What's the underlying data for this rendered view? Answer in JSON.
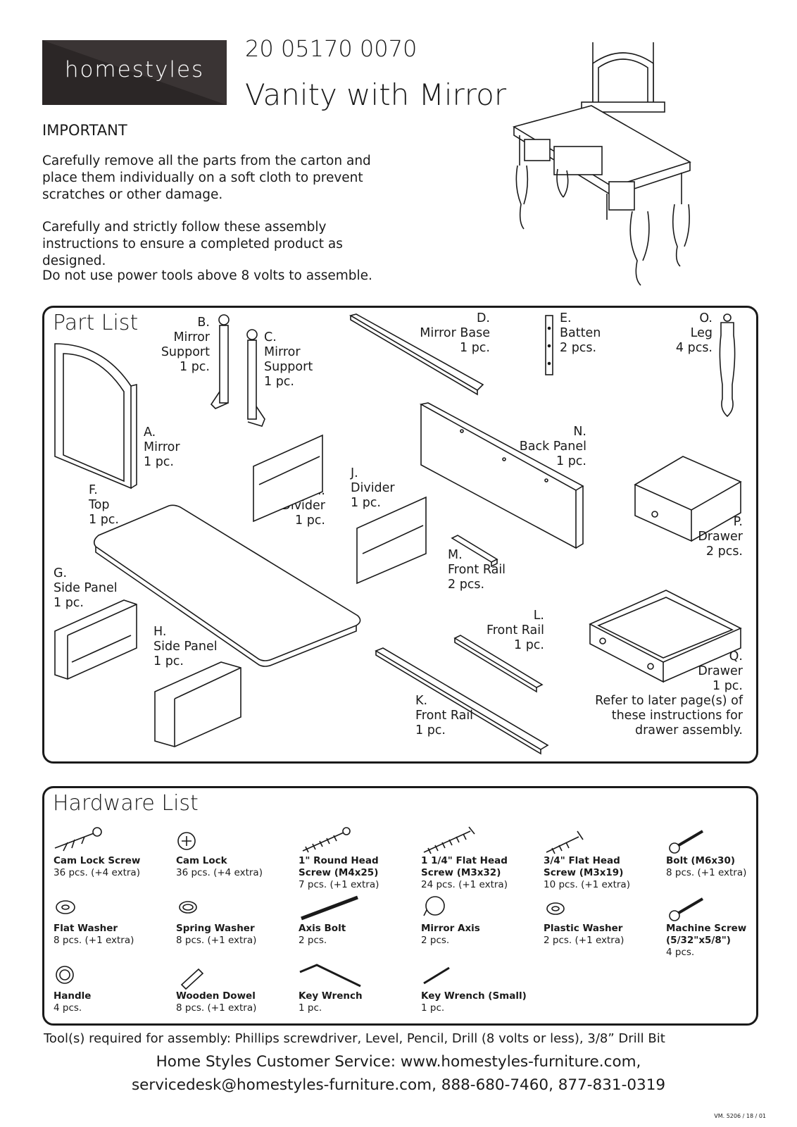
{
  "header": {
    "brand": "homestyles",
    "product_code": "20 05170 0070",
    "product_name": "Vanity with Mirror"
  },
  "important": {
    "heading": "IMPORTANT",
    "paragraphs": [
      "Carefully remove all the parts from the carton and place them individually on a soft cloth to prevent scratches or other damage.",
      "Carefully and strictly follow these assembly instructions to ensure a completed product as designed.",
      "Do not use power tools above 8 volts to assemble."
    ]
  },
  "parts": {
    "title": "Part List",
    "items": [
      {
        "label": "A.\nMirror\n1 pc."
      },
      {
        "label": "B.\nMirror\nSupport\n1 pc."
      },
      {
        "label": "C.\nMirror\nSupport\n1 pc."
      },
      {
        "label": "D.\nMirror Base\n1 pc."
      },
      {
        "label": "E.\nBatten\n2 pcs."
      },
      {
        "label": "O.\nLeg\n4 pcs."
      },
      {
        "label": "N.\nBack Panel\n1 pc."
      },
      {
        "label": "F.\nTop\n1 pc."
      },
      {
        "label": "I.\nDivider\n1 pc."
      },
      {
        "label": "J.\nDivider\n1 pc."
      },
      {
        "label": "P.\nDrawer\n2 pcs."
      },
      {
        "label": "M.\nFront Rail\n2 pcs."
      },
      {
        "label": "G.\nSide Panel\n1 pc."
      },
      {
        "label": "H.\nSide Panel\n1 pc."
      },
      {
        "label": "L.\nFront Rail\n1 pc."
      },
      {
        "label": "Q.\nDrawer\n1 pc.\nRefer to later page(s) of\nthese instructions for\ndrawer assembly."
      },
      {
        "label": "K.\nFront Rail\n1 pc."
      }
    ]
  },
  "hardware": {
    "title": "Hardware List",
    "items": [
      {
        "name": "Cam Lock Screw",
        "qty": "36 pcs. (+4 extra)",
        "icon": "cam-lock-screw-icon"
      },
      {
        "name": "Cam Lock",
        "qty": "36 pcs. (+4 extra)",
        "icon": "cam-lock-icon"
      },
      {
        "name": "1\" Round Head\nScrew (M4x25)",
        "qty": "7 pcs. (+1 extra)",
        "icon": "round-head-screw-icon"
      },
      {
        "name": "1 1/4\" Flat Head\nScrew (M3x32)",
        "qty": "24 pcs. (+1 extra)",
        "icon": "long-flat-head-screw-icon"
      },
      {
        "name": "3/4\" Flat Head\nScrew (M3x19)",
        "qty": "10 pcs. (+1 extra)",
        "icon": "short-flat-head-screw-icon"
      },
      {
        "name": "Bolt (M6x30)",
        "qty": "8 pcs. (+1 extra)",
        "icon": "bolt-icon"
      },
      {
        "name": "Flat Washer",
        "qty": "8 pcs. (+1 extra)",
        "icon": "flat-washer-icon"
      },
      {
        "name": "Spring Washer",
        "qty": "8 pcs. (+1 extra)",
        "icon": "spring-washer-icon"
      },
      {
        "name": "Axis Bolt",
        "qty": "2 pcs.",
        "icon": "axis-bolt-icon"
      },
      {
        "name": "Mirror Axis",
        "qty": "2 pcs.",
        "icon": "mirror-axis-icon"
      },
      {
        "name": "Plastic Washer",
        "qty": "2 pcs. (+1 extra)",
        "icon": "plastic-washer-icon"
      },
      {
        "name": "Machine Screw\n(5/32\"x5/8\")",
        "qty": "4 pcs.",
        "icon": "machine-screw-icon"
      },
      {
        "name": "Handle",
        "qty": "4 pcs.",
        "icon": "handle-icon"
      },
      {
        "name": "Wooden Dowel",
        "qty": "8 pcs. (+1 extra)",
        "icon": "wooden-dowel-icon"
      },
      {
        "name": "Key Wrench",
        "qty": "1 pc.",
        "icon": "key-wrench-icon"
      },
      {
        "name": "Key Wrench (Small)",
        "qty": "1 pc.",
        "icon": "small-key-wrench-icon"
      }
    ]
  },
  "footer": {
    "tools": "Tool(s) required for assembly: Phillips screwdriver, Level, Pencil, Drill (8 volts or less), 3/8” Drill Bit",
    "service_line1": "Home Styles Customer Service: www.homestyles-furniture.com,",
    "service_line2": "servicedesk@homestyles-furniture.com, 888-680-7460, 877-831-0319",
    "doc_ref": "VM. 5206 / 18 / 01"
  }
}
